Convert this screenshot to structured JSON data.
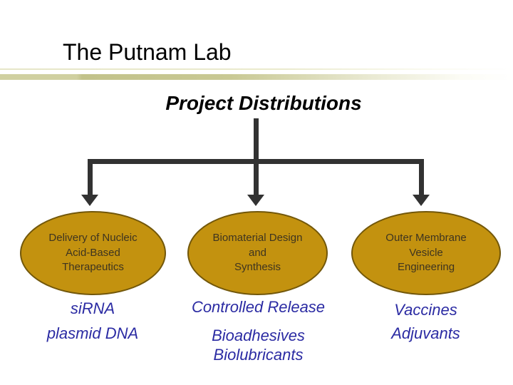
{
  "slide": {
    "title": "The Putnam Lab",
    "heading": "Project Distributions"
  },
  "colors": {
    "background": "#FFFFFF",
    "title_text": "#000000",
    "heading_text": "#000000",
    "divider_khaki": "#C9C994",
    "connector": "#323232",
    "ellipse_fill": "#C3920F",
    "ellipse_border": "#72570A",
    "ellipse_text": "#3E3420",
    "label_blue": "#2B2BA3"
  },
  "diagram": {
    "branches": [
      {
        "ellipse_lines": [
          "Delivery of Nucleic",
          "Acid-Based",
          "Therapeutics"
        ],
        "labels": [
          "siRNA",
          "plasmid DNA"
        ]
      },
      {
        "ellipse_lines": [
          "Biomaterial Design",
          "and",
          "Synthesis"
        ],
        "labels": [
          "Controlled Release",
          "Bioadhesives",
          "Biolubricants"
        ]
      },
      {
        "ellipse_lines": [
          "Outer Membrane",
          "Vesicle",
          "Engineering"
        ],
        "labels": [
          "Vaccines",
          "Adjuvants"
        ]
      }
    ]
  }
}
